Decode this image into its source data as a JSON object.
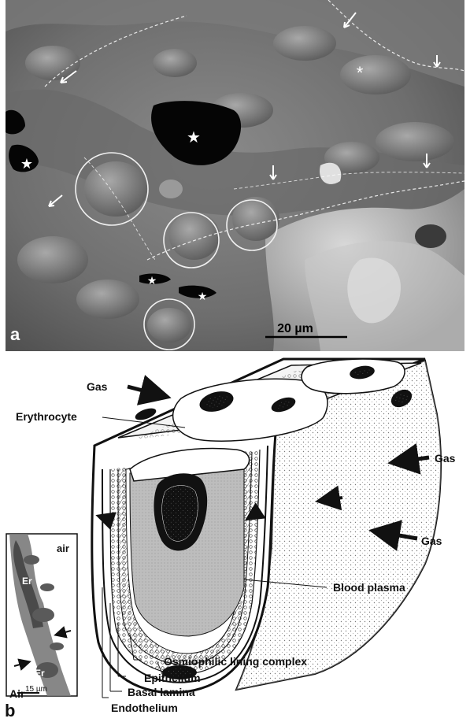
{
  "panel_a": {
    "letter": "a",
    "scale_bar": "20 µm",
    "star": "★",
    "asterisk": "*"
  },
  "panel_b": {
    "letter": "b",
    "labels": {
      "gas_top": "Gas",
      "gas_right": "Gas",
      "gas_bottom_right": "Gas",
      "erythrocyte": "Erythrocyte",
      "blood_plasma": "Blood plasma",
      "osmiophilic": "Osmiophilic lining complex",
      "epithelium": "Epithelium",
      "basal_lamina": "Basal lamina",
      "endothelium": "Endothelium"
    },
    "inset": {
      "air_top": "air",
      "air_bottom": "Air",
      "er_1": "Er",
      "er_2": "Er",
      "scale": "15 µm"
    }
  }
}
